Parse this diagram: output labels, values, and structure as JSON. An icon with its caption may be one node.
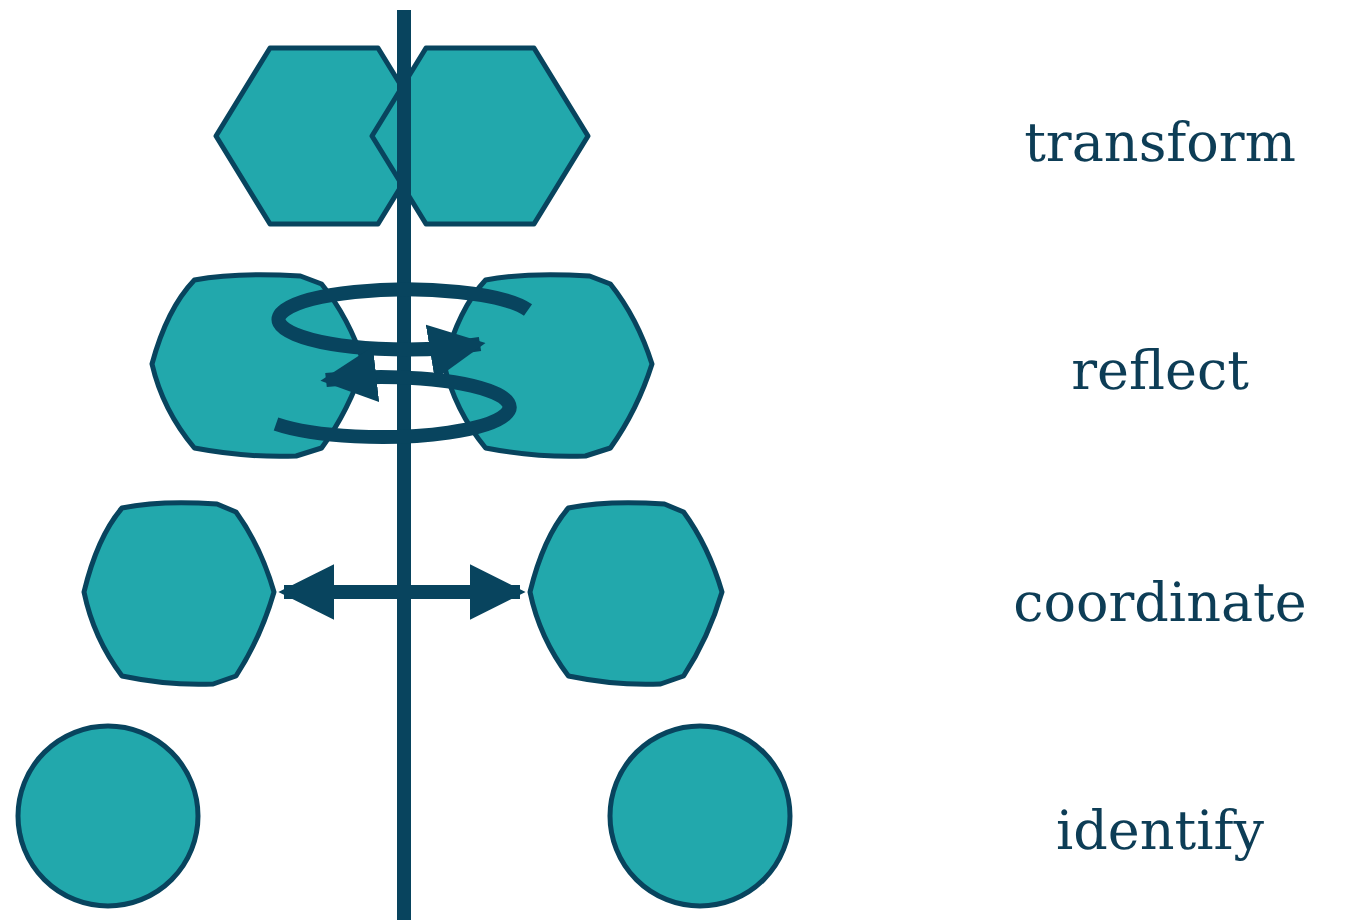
{
  "diagram": {
    "nodes": [
      {
        "text": [],
        "shape": "hexagon"
      },
      {
        "text": [],
        "shape": "hexagon"
      },
      {
        "text": [],
        "shape": "hexagon"
      },
      {
        "text": [],
        "shape": "hexagon"
      },
      {
        "text": [],
        "shape": "hexagon"
      },
      {
        "text": [],
        "shape": "hexagon"
      },
      {
        "text": [],
        "shape": "circle"
      },
      {
        "text": [],
        "shape": "circle"
      }
    ],
    "edges": [
      {
        "from": 4,
        "to": 5,
        "arrow": "both"
      }
    ],
    "labels": [
      "transform",
      "reflect",
      "coordinate",
      "identify"
    ]
  }
}
